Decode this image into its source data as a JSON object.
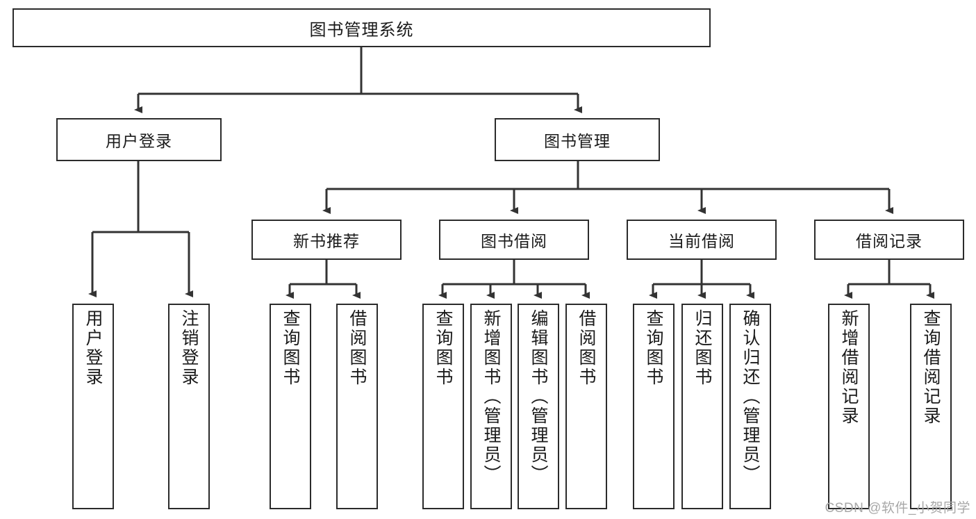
{
  "diagram": {
    "title_text": "图书管理系统",
    "watermark": "CSDN @软件_小贺同学",
    "colors": {
      "box_border": "#2b2b2b",
      "box_fill": "#ffffff",
      "connector": "#333333",
      "text": "#1a1a1a",
      "watermark": "#a8a8a8"
    },
    "nodes": {
      "root": {
        "label": "图书管理系统"
      },
      "level2": [
        {
          "label": "用户登录"
        },
        {
          "label": "图书管理"
        }
      ],
      "level3": [
        {
          "label": "新书推荐"
        },
        {
          "label": "图书借阅"
        },
        {
          "label": "当前借阅"
        },
        {
          "label": "借阅记录"
        }
      ],
      "leaves": {
        "user_login": [
          {
            "label": "用户登录"
          },
          {
            "label": "注销登录"
          }
        ],
        "new_book_recommend": [
          {
            "label": "查询图书"
          },
          {
            "label": "借阅图书"
          }
        ],
        "book_borrow": [
          {
            "label": "查询图书"
          },
          {
            "label": "新增图书（管理员）"
          },
          {
            "label": "编辑图书（管理员）"
          },
          {
            "label": "借阅图书"
          }
        ],
        "current_borrow": [
          {
            "label": "查询图书"
          },
          {
            "label": "归还图书"
          },
          {
            "label": "确认归还（管理员）"
          }
        ],
        "borrow_records": [
          {
            "label": "新增借阅记录"
          },
          {
            "label": "查询借阅记录"
          }
        ]
      }
    }
  }
}
